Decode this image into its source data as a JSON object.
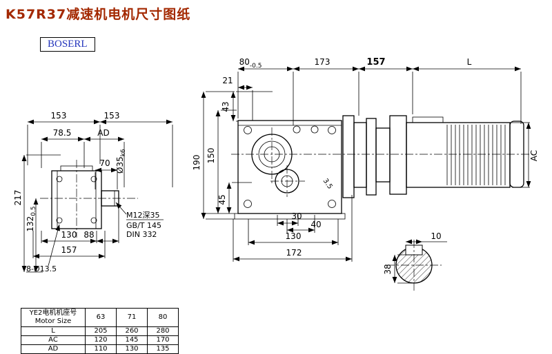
{
  "page": {
    "title": "K57R37减速机电机尺寸图纸",
    "brand": "BOSERL"
  },
  "colors": {
    "title_color": "#a32800",
    "brand_color": "#2233bb",
    "line_color": "#000000"
  },
  "dims": {
    "front": {
      "w153a": "153",
      "w153b": "153",
      "w78_5": "78.5",
      "wAD": "AD",
      "d70": "70",
      "shaft_dia": "Ø35",
      "shaft_fit": "k6",
      "h217": "217",
      "h132": "132",
      "h132_tol": "0.5",
      "b130": "130",
      "b88": "88",
      "b157": "157",
      "holes": "8-Ø13.5",
      "note1": "M12深35",
      "note2": "GB/T 145",
      "note3": "DIN 332"
    },
    "side": {
      "t80": "80",
      "t80_tol": "-0.5",
      "t173": "173",
      "t157": "157",
      "tL": "L",
      "d21": "21",
      "d43": "43",
      "d190": "190",
      "d150": "150",
      "d45": "45",
      "d30": "30",
      "d40": "40",
      "b130": "130",
      "b172": "172",
      "chamfer": "3.5"
    },
    "motor": {
      "ac": "AC"
    },
    "section": {
      "key_w": "10",
      "d38": "38"
    }
  },
  "table": {
    "header": {
      "line1": "YE2电机机座号",
      "line2": "Motor Size"
    },
    "sizes": [
      "63",
      "71",
      "80"
    ],
    "rows": [
      {
        "label": "L",
        "values": [
          "205",
          "260",
          "280"
        ]
      },
      {
        "label": "AC",
        "values": [
          "120",
          "145",
          "170"
        ]
      },
      {
        "label": "AD",
        "values": [
          "110",
          "130",
          "135"
        ]
      }
    ]
  }
}
